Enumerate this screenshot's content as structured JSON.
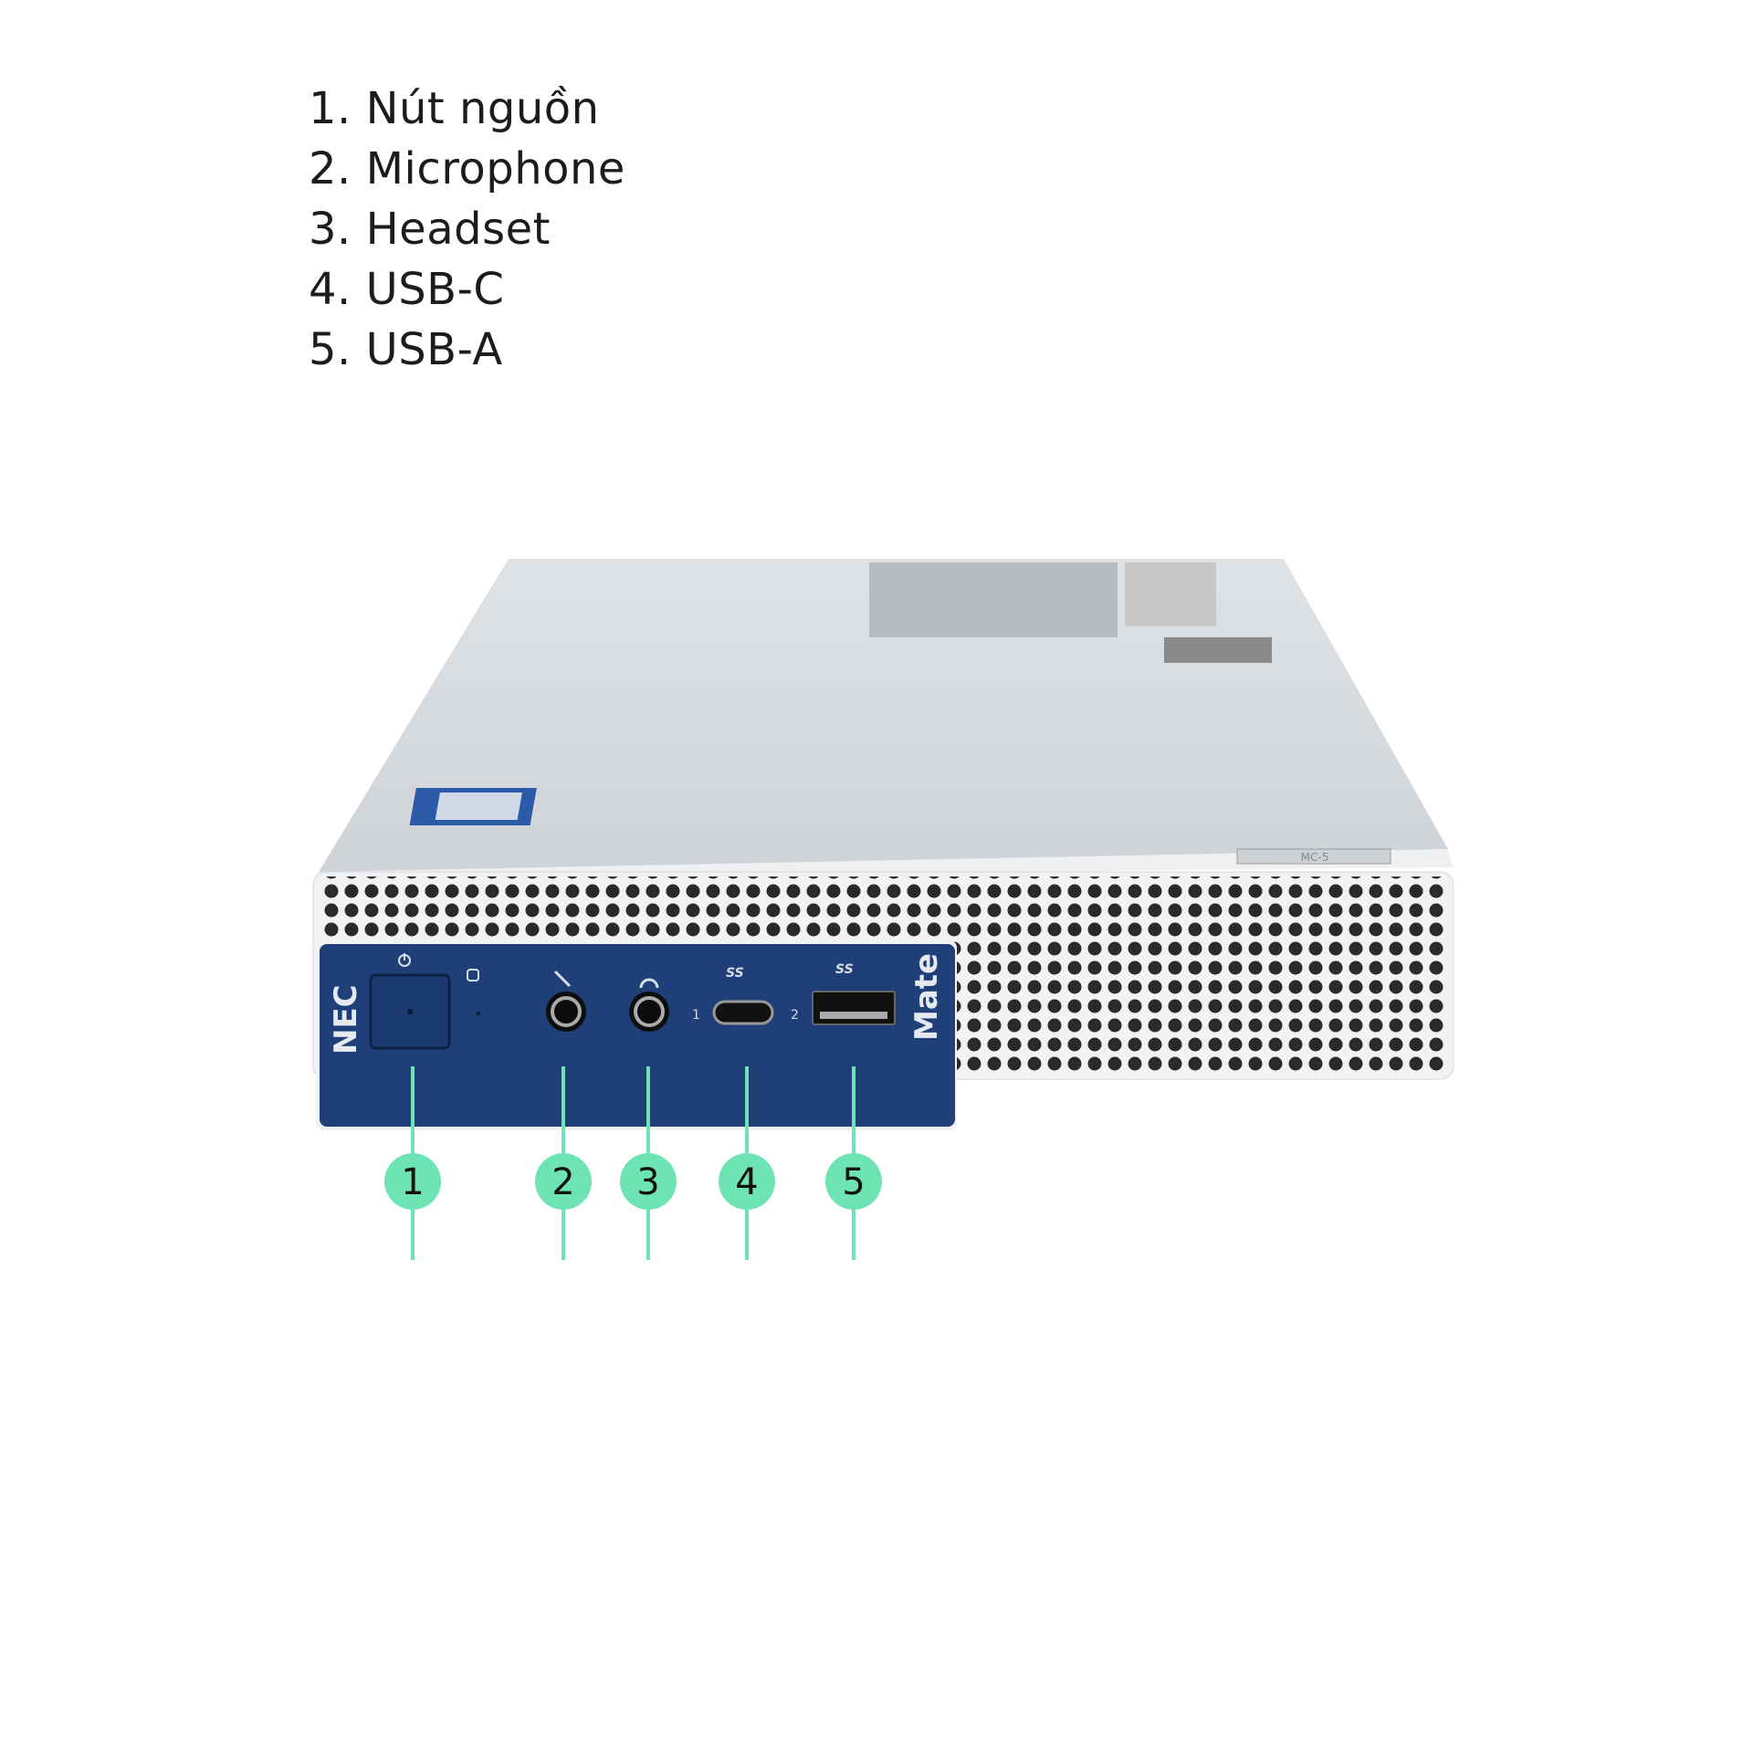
{
  "legend": [
    {
      "num": "1.",
      "label": "Nút nguồn"
    },
    {
      "num": "2.",
      "label": "Microphone"
    },
    {
      "num": "3.",
      "label": "Headset"
    },
    {
      "num": "4.",
      "label": "USB-C"
    },
    {
      "num": "5.",
      "label": "USB-A"
    }
  ],
  "device": {
    "brand": "NEC",
    "series": "Mate",
    "model_label": "MC-5",
    "usb_label": "SS",
    "port_num_1": "1",
    "port_num_2": "2"
  },
  "callouts": [
    "1",
    "2",
    "3",
    "4",
    "5"
  ],
  "colors": {
    "panel": "#1f3f78",
    "callout": "#6ee4b5",
    "chassis": "#e4e7ea"
  }
}
